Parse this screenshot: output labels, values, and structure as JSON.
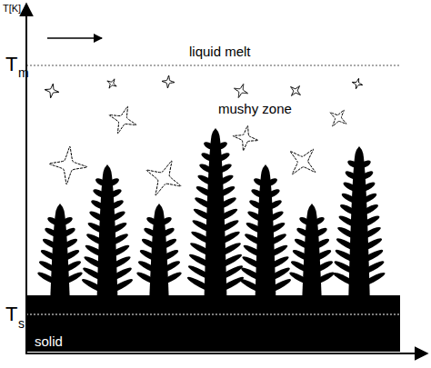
{
  "diagram": {
    "nodes": [
      {
        "text": [
          "solid"
        ]
      }
    ],
    "labels": [
      "T[K]",
      "liquid melt",
      "T",
      "m",
      "mushy zone",
      "T",
      "s"
    ]
  }
}
